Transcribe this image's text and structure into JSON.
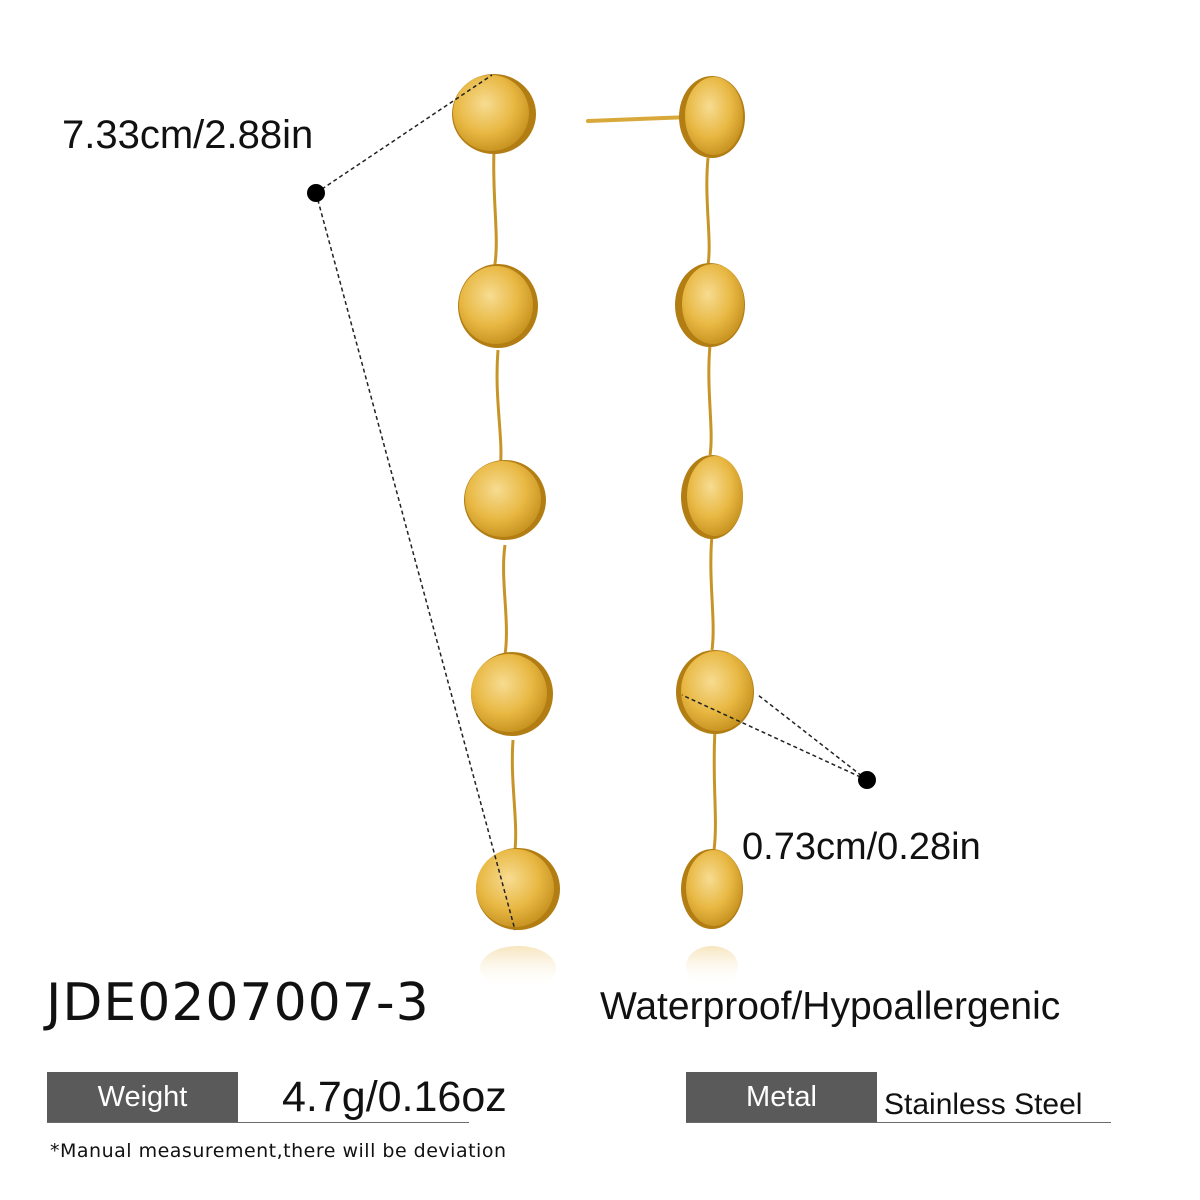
{
  "product": {
    "sku": "JDE0207007-3",
    "features": "Waterproof/Hypoallergenic",
    "colors": {
      "gold": "#e2b43c",
      "gold_dark": "#b27d12",
      "gold_light": "#f6d989",
      "spec_box": "#5a5a5a"
    }
  },
  "dimensions": {
    "length_label": "7.33cm/2.88in",
    "disc_label": "0.73cm/0.28in"
  },
  "specs": {
    "weight_label": "Weight",
    "weight_value": "4.7g/0.16oz",
    "metal_label": "Metal",
    "metal_value": "Stainless Steel"
  },
  "disclaimer": "*Manual measurement,there will be deviation"
}
